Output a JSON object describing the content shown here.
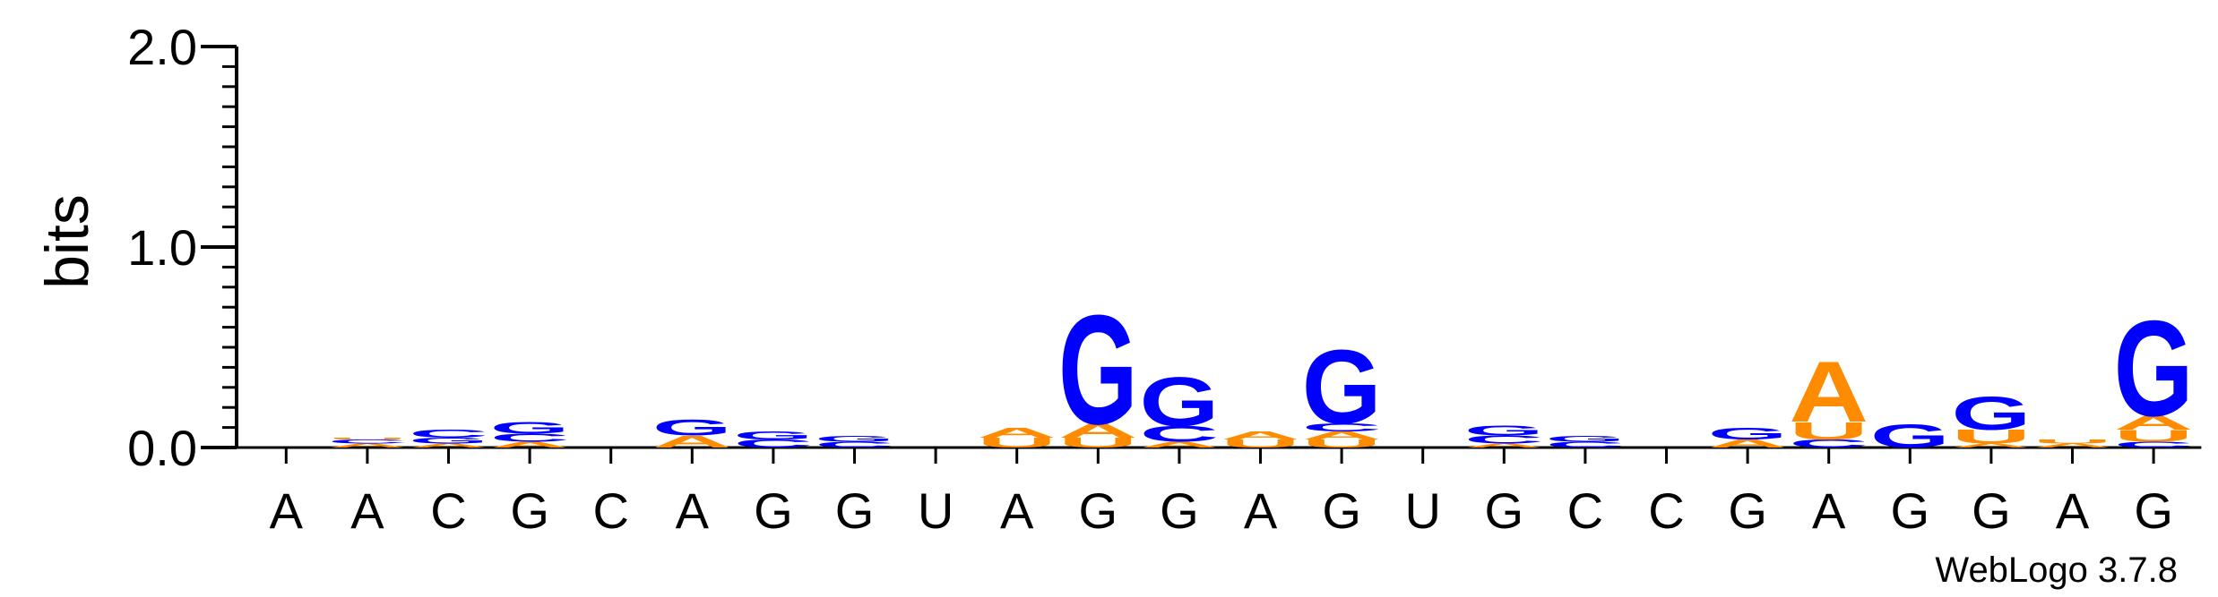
{
  "chart_data": {
    "type": "sequence_logo",
    "ylabel": "bits",
    "ylim": [
      0,
      2
    ],
    "yticks": [
      "0.0",
      "1.0",
      "2.0"
    ],
    "credit": "WebLogo 3.7.8",
    "colors": {
      "A": "#ff8c00",
      "U": "#ff8c00",
      "C": "#0000ff",
      "G": "#0000ff"
    },
    "xlabels": [
      "A",
      "A",
      "C",
      "G",
      "C",
      "A",
      "G",
      "G",
      "U",
      "A",
      "G",
      "G",
      "A",
      "G",
      "U",
      "G",
      "C",
      "C",
      "G",
      "A",
      "G",
      "G",
      "A",
      "G"
    ],
    "positions": [
      [],
      [
        [
          "A",
          0.02
        ],
        [
          "C",
          0.02
        ],
        [
          "U",
          0.01
        ]
      ],
      [
        [
          "A",
          0.02
        ],
        [
          "G",
          0.03
        ],
        [
          "C",
          0.04
        ]
      ],
      [
        [
          "A",
          0.03
        ],
        [
          "C",
          0.04
        ],
        [
          "G",
          0.06
        ]
      ],
      [],
      [
        [
          "A",
          0.06
        ],
        [
          "G",
          0.08
        ]
      ],
      [
        [
          "C",
          0.04
        ],
        [
          "G",
          0.04
        ]
      ],
      [
        [
          "C",
          0.03
        ],
        [
          "G",
          0.03
        ]
      ],
      [],
      [
        [
          "U",
          0.05
        ],
        [
          "A",
          0.05
        ]
      ],
      [
        [
          "U",
          0.05
        ],
        [
          "A",
          0.07
        ],
        [
          "G",
          0.56
        ]
      ],
      [
        [
          "A",
          0.03
        ],
        [
          "C",
          0.08
        ],
        [
          "G",
          0.25
        ]
      ],
      [
        [
          "U",
          0.04
        ],
        [
          "A",
          0.04
        ]
      ],
      [
        [
          "U",
          0.04
        ],
        [
          "A",
          0.04
        ],
        [
          "C",
          0.04
        ],
        [
          "G",
          0.38
        ]
      ],
      [],
      [
        [
          "A",
          0.02
        ],
        [
          "C",
          0.04
        ],
        [
          "G",
          0.05
        ]
      ],
      [
        [
          "C",
          0.03
        ],
        [
          "G",
          0.03
        ]
      ],
      [],
      [
        [
          "A",
          0.04
        ],
        [
          "G",
          0.06
        ]
      ],
      [
        [
          "C",
          0.04
        ],
        [
          "U",
          0.09
        ],
        [
          "A",
          0.31
        ]
      ],
      [
        [
          "G",
          0.12
        ]
      ],
      [
        [
          "A",
          0.02
        ],
        [
          "U",
          0.07
        ],
        [
          "G",
          0.17
        ]
      ],
      [
        [
          "A",
          0.02
        ],
        [
          "U",
          0.02
        ]
      ],
      [
        [
          "C",
          0.03
        ],
        [
          "U",
          0.06
        ],
        [
          "A",
          0.07
        ],
        [
          "G",
          0.49
        ]
      ]
    ]
  }
}
